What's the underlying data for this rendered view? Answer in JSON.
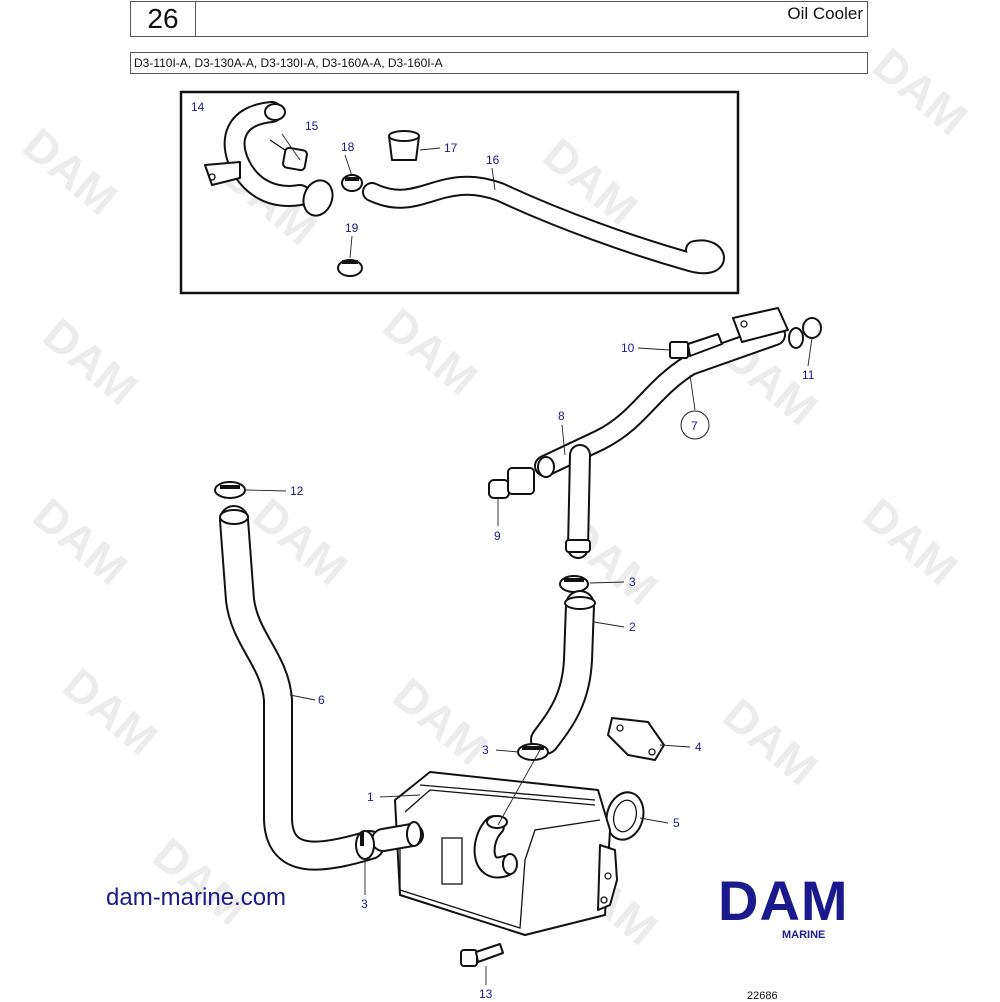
{
  "header": {
    "page_number": "26",
    "title": "Oil Cooler",
    "models": "D3-110I-A, D3-130A-A, D3-130I-A, D3-160A-A, D3-160I-A"
  },
  "watermark": "DAM",
  "callouts": {
    "c1": "1",
    "c2": "2",
    "c3a": "3",
    "c3b": "3",
    "c3c": "3",
    "c4": "4",
    "c5": "5",
    "c6": "6",
    "c7": "7",
    "c8": "8",
    "c9": "9",
    "c10": "10",
    "c11": "11",
    "c12": "12",
    "c13": "13",
    "c14": "14",
    "c15": "15",
    "c16": "16",
    "c17": "17",
    "c18": "18",
    "c19": "19"
  },
  "footer": {
    "website": "dam-marine.com",
    "logo_main": "DAM",
    "logo_sub": "MARINE",
    "reference": "22686"
  },
  "colors": {
    "callout": "#1a1a8c",
    "brand": "#1a1a8c",
    "line": "#111111"
  }
}
